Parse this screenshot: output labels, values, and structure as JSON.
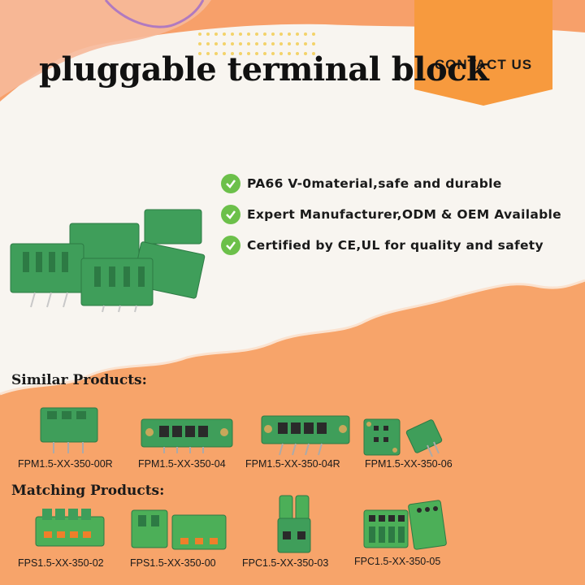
{
  "title": "pluggable terminal block",
  "contact_button": {
    "label": "CONTACT US",
    "color": "#f79a3e"
  },
  "features": [
    {
      "text": "PA66 V-0material,safe and durable",
      "icon": "check-icon"
    },
    {
      "text": "Expert Manufacturer,ODM & OEM Available",
      "icon": "check-icon"
    },
    {
      "text": "Certified by CE,UL for quality and safety",
      "icon": "check-icon"
    }
  ],
  "similar": {
    "heading": "Similar Products:",
    "items": [
      {
        "label": "FPM1.5-XX-350-00R"
      },
      {
        "label": "FPM1.5-XX-350-04"
      },
      {
        "label": "FPM1.5-XX-350-04R"
      },
      {
        "label": "FPM1.5-XX-350-06"
      }
    ]
  },
  "matching": {
    "heading": "Matching Products:",
    "items": [
      {
        "label": "FPS1.5-XX-350-02"
      },
      {
        "label": "FPS1.5-XX-350-00"
      },
      {
        "label": "FPC1.5-XX-350-03"
      },
      {
        "label": "FPC1.5-XX-350-05"
      }
    ]
  },
  "colors": {
    "orange": "#f7a46a",
    "green": "#3f9e5a",
    "check": "#6cc04a"
  }
}
